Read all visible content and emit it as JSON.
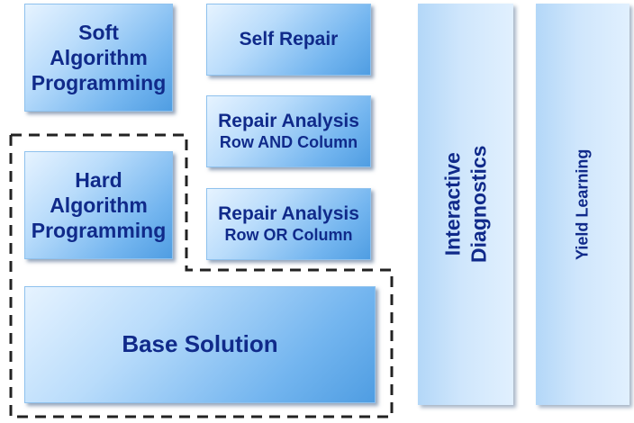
{
  "blocks": {
    "soft_algorithm": "Soft Algorithm Programming",
    "self_repair": "Self Repair",
    "repair_and_title": "Repair Analysis",
    "repair_and_sub": "Row AND Column",
    "hard_algorithm": "Hard Algorithm Programming",
    "repair_or_title": "Repair Analysis",
    "repair_or_sub": "Row OR Column",
    "base_solution": "Base Solution"
  },
  "columns": {
    "interactive_line1": "Interactive",
    "interactive_line2": "Diagnostics",
    "yield_learning": "Yield Learning"
  },
  "colors": {
    "text": "#102a8a",
    "box_light": "#e6f3ff",
    "box_dark": "#4f9de2",
    "column_fill": "#cfe6fc",
    "dashed_outline": "#222222"
  }
}
